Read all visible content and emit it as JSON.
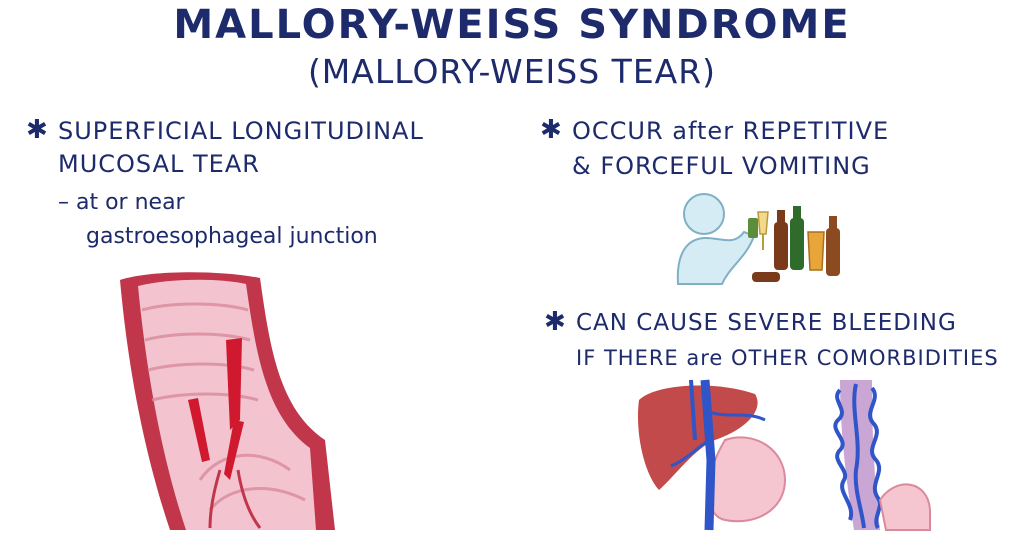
{
  "title": "MALLORY-WEISS SYNDROME",
  "subtitle": "(MALLORY-WEISS TEAR)",
  "bullet_symbol": "✱",
  "left": {
    "line1": "SUPERFICIAL LONGITUDINAL",
    "line2": "MUCOSAL TEAR",
    "sub1": "– at or near",
    "sub2": "gastroesophageal junction"
  },
  "right_top": {
    "line1": "OCCUR after REPETITIVE",
    "line2": "& FORCEFUL VOMITING"
  },
  "right_bottom": {
    "line1": "CAN CAUSE SEVERE BLEEDING",
    "line2": "IF THERE are OTHER COMORBIDITIES"
  },
  "colors": {
    "text": "#1d2a6b",
    "mucosa": "#f3c3cf",
    "wall": "#c1364b",
    "tear": "#d0182e",
    "vein": "#2f55c8",
    "liver": "#c24a4a"
  }
}
